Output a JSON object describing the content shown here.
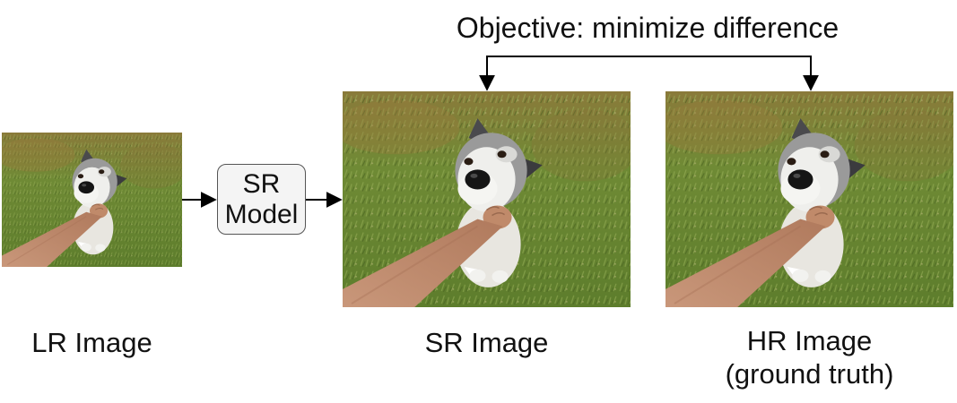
{
  "objective": {
    "text": "Objective: minimize difference"
  },
  "model": {
    "label": "SR\nModel"
  },
  "images": {
    "lr": {
      "label": "LR Image"
    },
    "sr": {
      "label": "SR Image"
    },
    "hr": {
      "label": "HR Image\n(ground truth)"
    }
  },
  "colors": {
    "line": "#000000",
    "box_border": "#555555",
    "box_fill": "#f4f4f4",
    "grass": "#6f8a35"
  }
}
